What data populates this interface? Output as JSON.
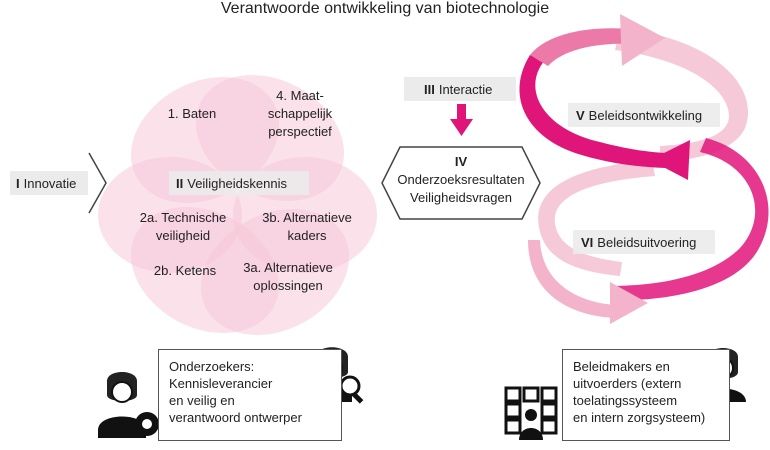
{
  "title": "Verantwoorde ontwikkeling van biotechnologie",
  "colors": {
    "petal": "#f6c9d8",
    "magenta": "#e0157a",
    "pinkLight": "#f2b3cb",
    "label_bg": "#ebebeb",
    "text": "#222222"
  },
  "stage1": {
    "num": "I",
    "label": "Innovatie"
  },
  "stage2": {
    "num": "II",
    "label": "Veiligheidskennis"
  },
  "stage3": {
    "num": "III",
    "label": "Interactie"
  },
  "stage4": {
    "num": "IV",
    "line1": "Onderzoeksresultaten",
    "line2": "Veiligheidsvragen"
  },
  "stage5": {
    "num": "V",
    "label": "Beleidsontwikkeling"
  },
  "stage6": {
    "num": "VI",
    "label": "Beleidsuitvoering"
  },
  "petals": {
    "baten": "1. Baten",
    "maat_1": "4. Maat-",
    "maat_2": "schappelijk",
    "maat_3": "perspectief",
    "tech_1": "2a. Technische",
    "tech_2": "veiligheid",
    "alt_kaders_1": "3b. Alternatieve",
    "alt_kaders_2": "kaders",
    "ketens": "2b. Ketens",
    "alt_opl_1": "3a. Alternatieve",
    "alt_opl_2": "oplossingen"
  },
  "researchers": {
    "line1": "Onderzoekers:",
    "line2": "Kennisleverancier",
    "line3": "en veilig en",
    "line4": "verantwoord ontwerper"
  },
  "policymakers": {
    "line1": "Beleidmakers en",
    "line2": "uitvoerders (extern",
    "line3": "toelatingssysteem",
    "line4": "en intern zorgsysteem)"
  },
  "icons": [
    "researcher-magnifier-icon",
    "researcher-gear-icon",
    "policymaker-icon",
    "policymaker-screens-icon"
  ]
}
